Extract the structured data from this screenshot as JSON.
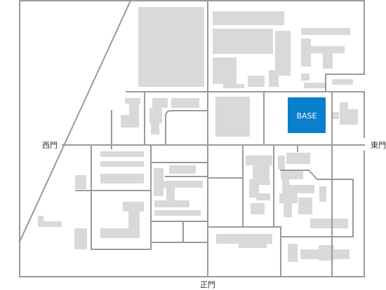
{
  "map": {
    "gates": {
      "west": "西門",
      "east": "東門",
      "main": "正門"
    },
    "highlight": {
      "label": "BASE",
      "color": "#0a7fcc"
    },
    "colors": {
      "road": "#9a9a9a",
      "building": "#d9d9d9",
      "background": "#ffffff"
    }
  }
}
